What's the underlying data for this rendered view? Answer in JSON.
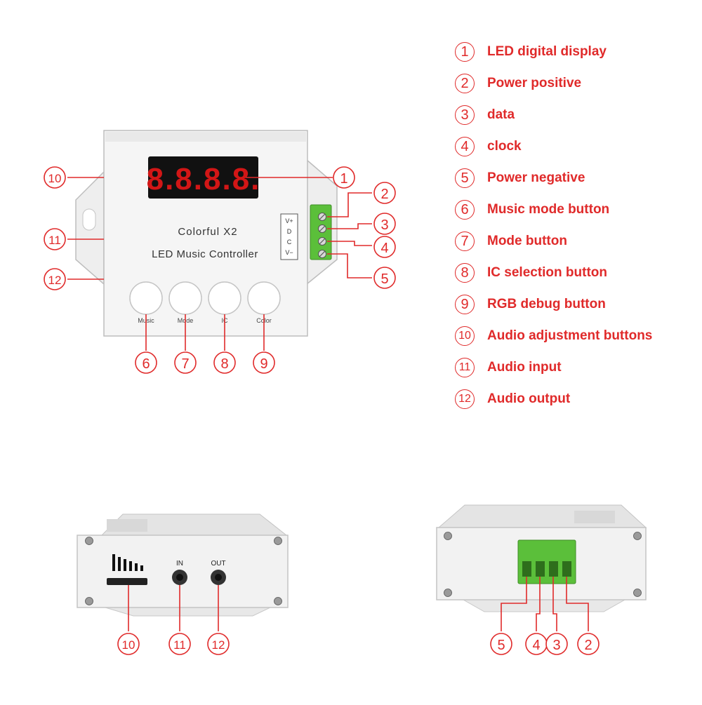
{
  "colors": {
    "accent_red": "#e02a2a",
    "body_white": "#f5f5f5",
    "display_black": "#111111",
    "digit_red": "#d21616",
    "terminal_green": "#5bbf3a"
  },
  "device_front": {
    "display_digits": "8.8.8.8.",
    "title_line1": "Colorful  X2",
    "title_line2": "LED Music Controller",
    "terminal_labels": [
      "V+",
      "D",
      "C",
      "V−"
    ],
    "buttons": [
      {
        "label": "Music"
      },
      {
        "label": "Mode"
      },
      {
        "label": "IC"
      },
      {
        "label": "Color"
      }
    ]
  },
  "device_side": {
    "in_label": "IN",
    "out_label": "OUT"
  },
  "callouts": {
    "front": [
      "1",
      "2",
      "3",
      "4",
      "5",
      "6",
      "7",
      "8",
      "9",
      "10",
      "11",
      "12"
    ],
    "side": [
      "10",
      "11",
      "12"
    ],
    "back": [
      "5",
      "4",
      "3",
      "2"
    ]
  },
  "legend": [
    {
      "num": "1",
      "text": "LED digital display"
    },
    {
      "num": "2",
      "text": "Power positive"
    },
    {
      "num": "3",
      "text": "data"
    },
    {
      "num": "4",
      "text": "clock"
    },
    {
      "num": "5",
      "text": "Power negative"
    },
    {
      "num": "6",
      "text": "Music mode button"
    },
    {
      "num": "7",
      "text": "Mode button"
    },
    {
      "num": "8",
      "text": "IC selection button"
    },
    {
      "num": "9",
      "text": "RGB debug button"
    },
    {
      "num": "10",
      "text": "Audio adjustment buttons"
    },
    {
      "num": "11",
      "text": "Audio input"
    },
    {
      "num": "12",
      "text": "Audio output"
    }
  ]
}
